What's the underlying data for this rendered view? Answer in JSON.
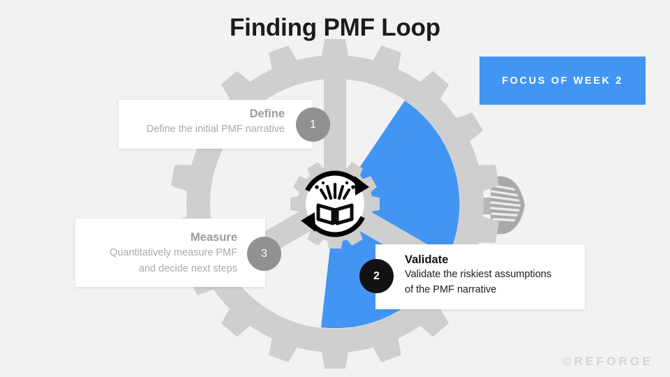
{
  "slide": {
    "title": "Finding PMF Loop",
    "background_color": "#f2f2f2",
    "watermark": "©REFORGE"
  },
  "focus_badge": {
    "label": "FOCUS OF WEEK 2",
    "background_color": "#4295f3",
    "text_color": "#ffffff"
  },
  "diagram": {
    "type": "gear-loop",
    "center_icon": "open-book-with-sparkles-icon",
    "loop_arrows": "circular-refresh-arrows-icon",
    "gear_color": "#cfcfcf",
    "highlight_color": "#4295f3",
    "highlighted_step": "Validate",
    "knob": "gear-knob-handle-icon"
  },
  "steps": [
    {
      "number": "1",
      "title": "Define",
      "body": "Define the initial PMF narrative",
      "state": "muted",
      "circle_color": "#919191",
      "align": "right"
    },
    {
      "number": "2",
      "title": "Validate",
      "body": "Validate the riskiest assumptions of the PMF narrative",
      "body_line1": "Validate the riskiest assumptions",
      "body_line2": "of the PMF narrative",
      "state": "active",
      "circle_color": "#121212",
      "align": "left"
    },
    {
      "number": "3",
      "title": "Measure",
      "body": "Quantitatively measure PMF and decide next steps",
      "body_line1": "Quantitatively measure PMF",
      "body_line2": "and decide next steps",
      "state": "muted",
      "circle_color": "#919191",
      "align": "right"
    }
  ]
}
